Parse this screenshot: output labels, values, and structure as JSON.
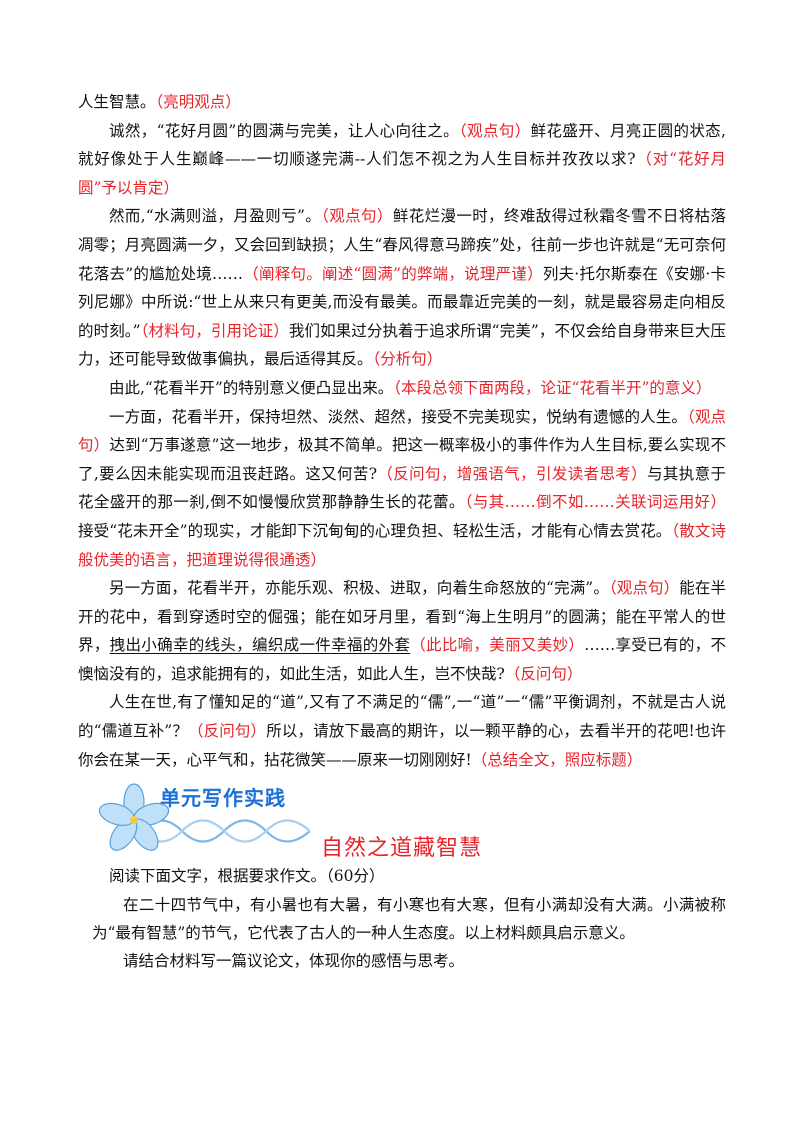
{
  "essay": {
    "p0": {
      "text": "人生智慧。",
      "note": "（亮明观点）"
    },
    "p1": {
      "t1": "诚然，“花好月圆”的圆满与完美，让人心向往之。",
      "n1": "（观点句）",
      "t2": "鲜花盛开、月亮正圆的状态,就好像处于人生巅峰——一切顺遂完满--人们怎不视之为人生目标并孜孜以求?",
      "n2": "（对“花好月圆”予以肯定）"
    },
    "p2": {
      "t1": "然而,“水满则溢，月盈则亏”。",
      "n1": "（观点句）",
      "t2": "鲜花烂漫一时，终难敌得过秋霜冬雪不日将枯落凋零；月亮圆满一夕，又会回到缺损；人生“春风得意马蹄疾”处，往前一步也许就是“无可奈何花落去”的尴尬处境……",
      "n2": "（阐释句。阐述“圆满”的弊端，说理严谨）",
      "t3": "列夫·托尔斯泰在《安娜·卡列尼娜》中所说:“世上从来只有更美,而没有最美。而最靠近完美的一刻，就是最容易走向相反的时刻。”",
      "n3": "（材料句，引用论证）",
      "t4": "我们如果过分执着于追求所谓“完美”，不仅会给自身带来巨大压力，还可能导致做事偏执，最后适得其反。",
      "n4": "（分析句）"
    },
    "p3": {
      "t1": "由此,“花看半开”的特别意义便凸显出来。",
      "n1": "（本段总领下面两段，论证“花看半开”的意义）"
    },
    "p4": {
      "t1": "一方面，花看半开，保持坦然、淡然、超然，接受不完美现实，悦纳有遗憾的人生。",
      "n1": "（观点句）",
      "t2": "达到“万事遂意”这一地步，极其不简单。把这一概率极小的事件作为人生目标,要么实现不了,要么因未能实现而沮丧赶路。这又何苦?",
      "n2": "（反问句，增强语气，引发读者思考）",
      "t3": "与其执意于花全盛开的那一刹,倒不如慢慢欣赏那静静生长的花蕾。",
      "n3": "（与其……倒不如……关联词运用好）",
      "t4": "接受“花未开全”的现实，才能卸下沉甸甸的心理负担、轻松生活，才能有心情去赏花。",
      "n4": "（散文诗般优美的语言，把道理说得很通透）"
    },
    "p5": {
      "t1": "另一方面，花看半开，亦能乐观、积极、进取，向着生命怒放的“完满”。",
      "n1": "（观点句）",
      "t2": "能在半开的花中，看到穿透时空的倔强；能在如牙月里，看到“海上生明月”的圆满；能在平常人的世界，",
      "u1": "拽出小确幸的线头，编织成一件幸福的外套",
      "n2": "（此比喻，美丽又美妙）",
      "t3": "……享受已有的，不懊恼没有的，追求能拥有的，如此生活，如此人生，岂不快哉?",
      "n3": "（反问句）"
    },
    "p6": {
      "t1": "人生在世,有了懂知足的“道”,又有了不满足的“儒”,一“道”一“儒”平衡调剂，不就是古人说的“儒道互补”？",
      "n1": "（反问句）",
      "t2": "所以，请放下最高的期许，以一颗平静的心，去看半开的花吧!也许你会在某一天，心平气和，拈花微笑——原来一切刚刚好!",
      "n2": "（总结全文，照应标题）"
    }
  },
  "section": {
    "unit_title": "单元写作实践",
    "topic_title": "自然之道藏智慧",
    "icons": {
      "flower": "flower-icon",
      "wave": "wave-decoration"
    },
    "colors": {
      "unit": "#1c6fd6",
      "topic": "#e8232a",
      "note": "#e8232a"
    }
  },
  "task": {
    "instruction": "阅读下面文字，根据要求作文。（60分）",
    "material": "在二十四节气中，有小暑也有大暑，有小寒也有大寒，但有小满却没有大满。小满被称为“最有智慧”的节气，它代表了古人的一种人生态度。以上材料颇具启示意义。",
    "requirement": "请结合材料写一篇议论文，体现你的感悟与思考。"
  }
}
